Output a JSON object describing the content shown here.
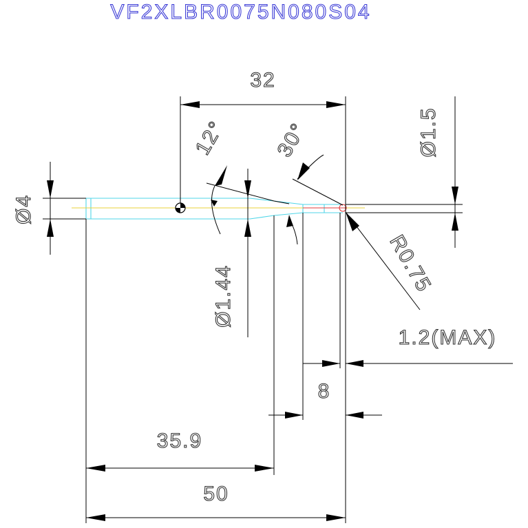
{
  "title": "VF2XLBR0075N080S04",
  "dimensions": {
    "total_length": "50",
    "neck_length": "35.9",
    "flute_length": "32",
    "cut_length": "8",
    "shank_dia": "Ø4",
    "neck_dia": "Ø1.44",
    "tip_dia": "Ø1.5",
    "radius": "R0.75",
    "depth_max": "1.2(MAX)",
    "angle_12": "12°",
    "angle_30": "30°"
  },
  "colors": {
    "title": "#3b3bd6",
    "outline": "#4fd6e8",
    "centerline": "#e8d23a",
    "tip": "#e23b3b"
  }
}
